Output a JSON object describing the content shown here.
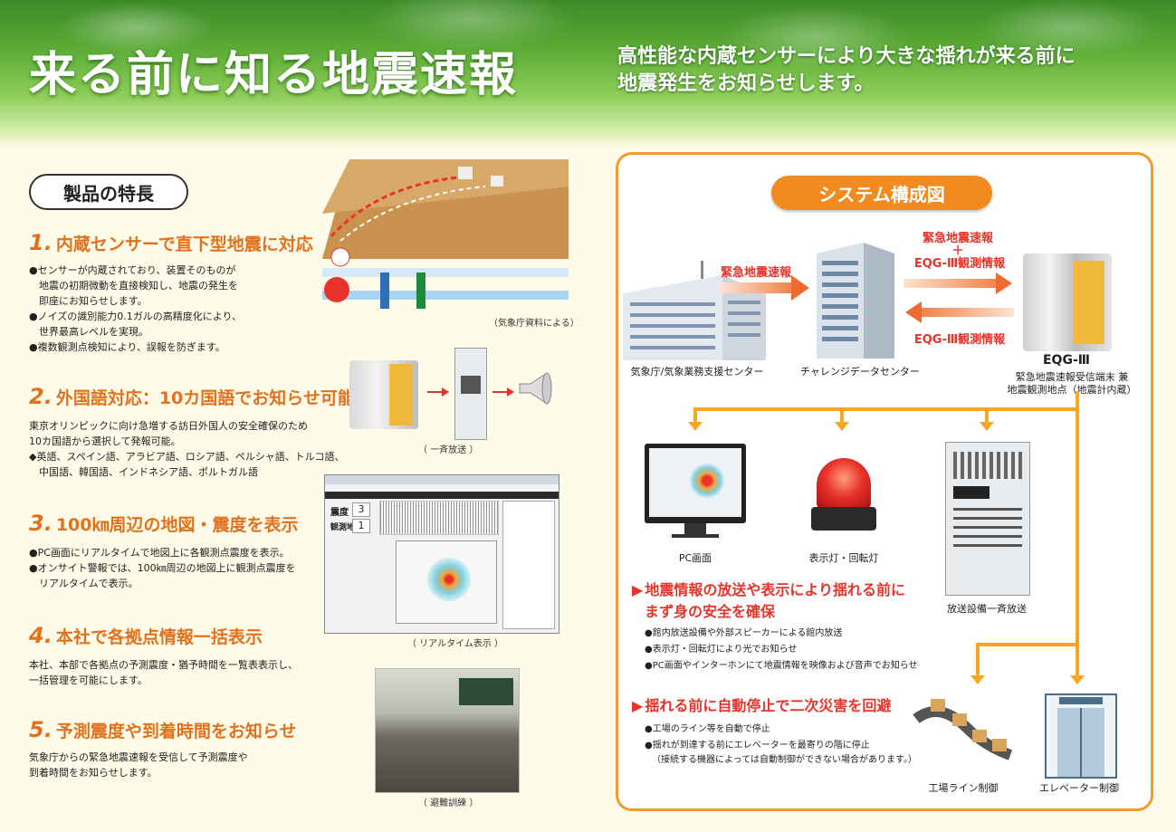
{
  "header": {
    "title": "来る前に知る地震速報",
    "subtitle_line1": "高性能な内蔵センサーにより大きな揺れが来る前に",
    "subtitle_line2": "地震発生をお知らせします。"
  },
  "features": {
    "heading": "製品の特長",
    "items": [
      {
        "num": "1.",
        "title": "内蔵センサーで直下型地震に対応",
        "lines": [
          "●センサーが内蔵されており、装置そのものが",
          "　地震の初期微動を直接検知し、地震の発生を",
          "　即座にお知らせします。",
          "●ノイズの識別能力0.1ガルの高精度化により、",
          "　世界最高レベルを実現。",
          "●複数観測点検知により、誤報を防ぎます。"
        ]
      },
      {
        "num": "2.",
        "title": "外国語対応：10カ国語でお知らせ可能",
        "lines": [
          "東京オリンピックに向け急増する訪日外国人の安全確保のため",
          "10カ国語から選択して発報可能。",
          "◆英語、スペイン語、アラビア語、ロシア語、ペルシャ語、トルコ語、",
          "　中国語、韓国語、インドネシア語、ポルトガル語"
        ]
      },
      {
        "num": "3.",
        "title": "100㎞周辺の地図・震度を表示",
        "lines": [
          "●PC画面にリアルタイムで地図上に各観測点震度を表示。",
          "●オンサイト警報では、100㎞周辺の地図上に観測点震度を",
          "　リアルタイムで表示。"
        ]
      },
      {
        "num": "4.",
        "title": "本社で各拠点情報一括表示",
        "lines": [
          "本社、本部で各拠点の予測震度・猶予時間を一覧表表示し、",
          "一括管理を可能にします。"
        ]
      },
      {
        "num": "5.",
        "title": "予測震度や到着時間をお知らせ",
        "lines": [
          "気象庁からの緊急地震速報を受信して予測震度や",
          "到着時間をお知らせします。"
        ]
      }
    ],
    "captions": {
      "jma": "（気象庁資料による）",
      "broadcast": "（ 一斉放送 ）",
      "realtime": "（ リアルタイム表示 ）",
      "drill": "（ 避難訓練 ）"
    },
    "screen": {
      "shindo_label": "震度",
      "shindo_value": "3",
      "sites_label": "観測地点",
      "sites_value": "1"
    }
  },
  "system": {
    "heading": "システム構成図",
    "arrow1_label": "緊急地震速報",
    "arrow2_line1": "緊急地震速報",
    "arrow2_plus": "＋",
    "arrow2_line2": "EQG-Ⅲ観測情報",
    "arrow3_label": "EQG-Ⅲ観測情報",
    "jma_label": "気象庁/気象業務支援センター",
    "center_label": "チャレンジデータセンター",
    "device_name": "EQG-Ⅲ",
    "device_desc1": "緊急地震速報受信端末 兼",
    "device_desc2": "地震観測地点（地震計内蔵）",
    "pc_label": "PC画面",
    "lamp_label": "表示灯・回転灯",
    "broadcast_label": "放送設備一斉放送",
    "section1_title1": "地震情報の放送や表示により揺れる前に",
    "section1_title2": "まず身の安全を確保",
    "section1_bullets": [
      "●館内放送設備や外部スピーカーによる館内放送",
      "●表示灯・回転灯により光でお知らせ",
      "●PC画面やインターホンにて地震情報を映像および音声でお知らせ"
    ],
    "section2_title": "揺れる前に自動停止で二次災害を回避",
    "section2_bullets": [
      "●工場のライン等を自動で停止",
      "●揺れが到達する前にエレベーターを最寄りの階に停止",
      "（接続する機器によっては自動制御ができない場合があります。）"
    ],
    "factory_label": "工場ライン制御",
    "elevator_label": "エレベーター制御"
  },
  "colors": {
    "accent_orange": "#e2711d",
    "alert_red": "#e8332a",
    "line_orange": "#f5a623"
  }
}
